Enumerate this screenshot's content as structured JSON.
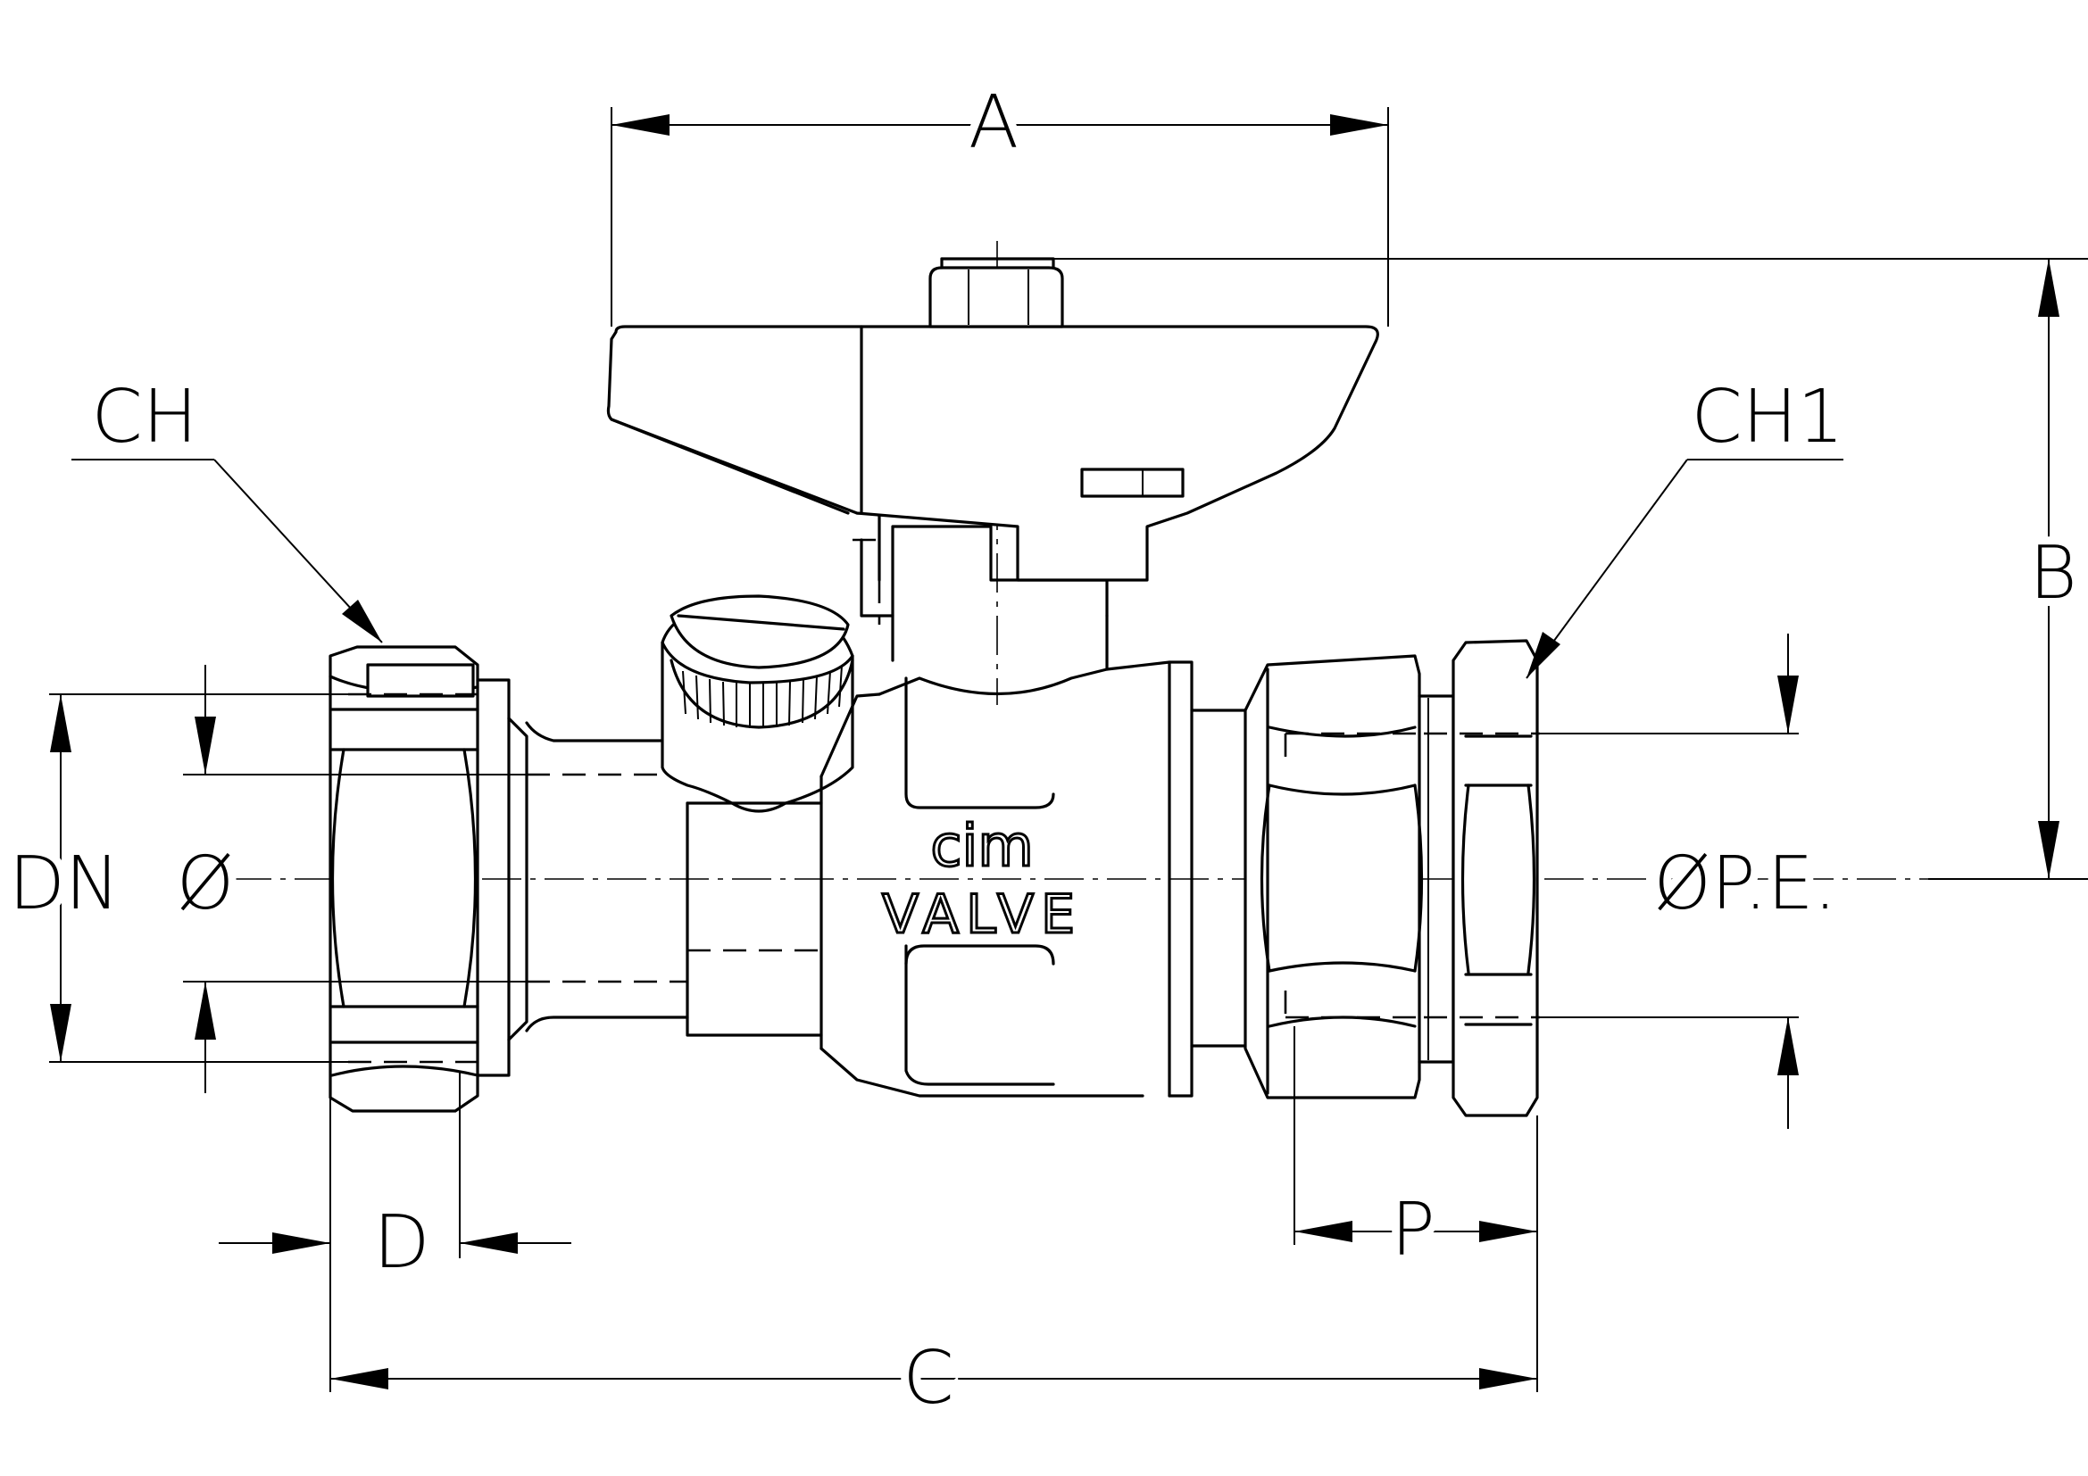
{
  "labels": {
    "A": "A",
    "B": "B",
    "C": "C",
    "D": "D",
    "P": "P",
    "CH": "CH",
    "CH1": "CH1",
    "DN": "DN",
    "diameter": "Ø",
    "diameter_pe": "ØP.E."
  },
  "body_marking": {
    "brand": "cim",
    "text": "VALVE"
  }
}
